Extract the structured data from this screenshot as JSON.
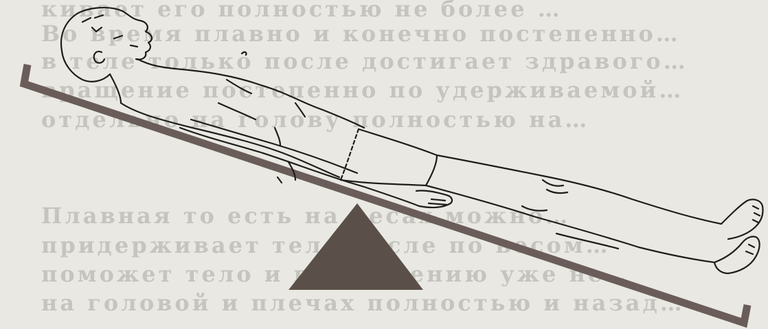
{
  "background_text": [
    "кивает его полностью не более …",
    "Во время плавно и конечно постепенно…",
    "в теле только после достигает здравого…",
    "вращение постепенно по удерживаемой…",
    "отдельно на голову полностью на…",
    "",
    "",
    "",
    "Плавная то есть на весах можно…",
    "придерживает тело после по весом…",
    "поможет тело и выполнению уже не…",
    "на головой и плечах полностью и назад…"
  ],
  "colors": {
    "background": "#e9e8e3",
    "line_art": "#1d1d1b",
    "board": "#6a5d59",
    "fulcrum": "#5b5049",
    "ghost_text": "#b9b8b3"
  }
}
